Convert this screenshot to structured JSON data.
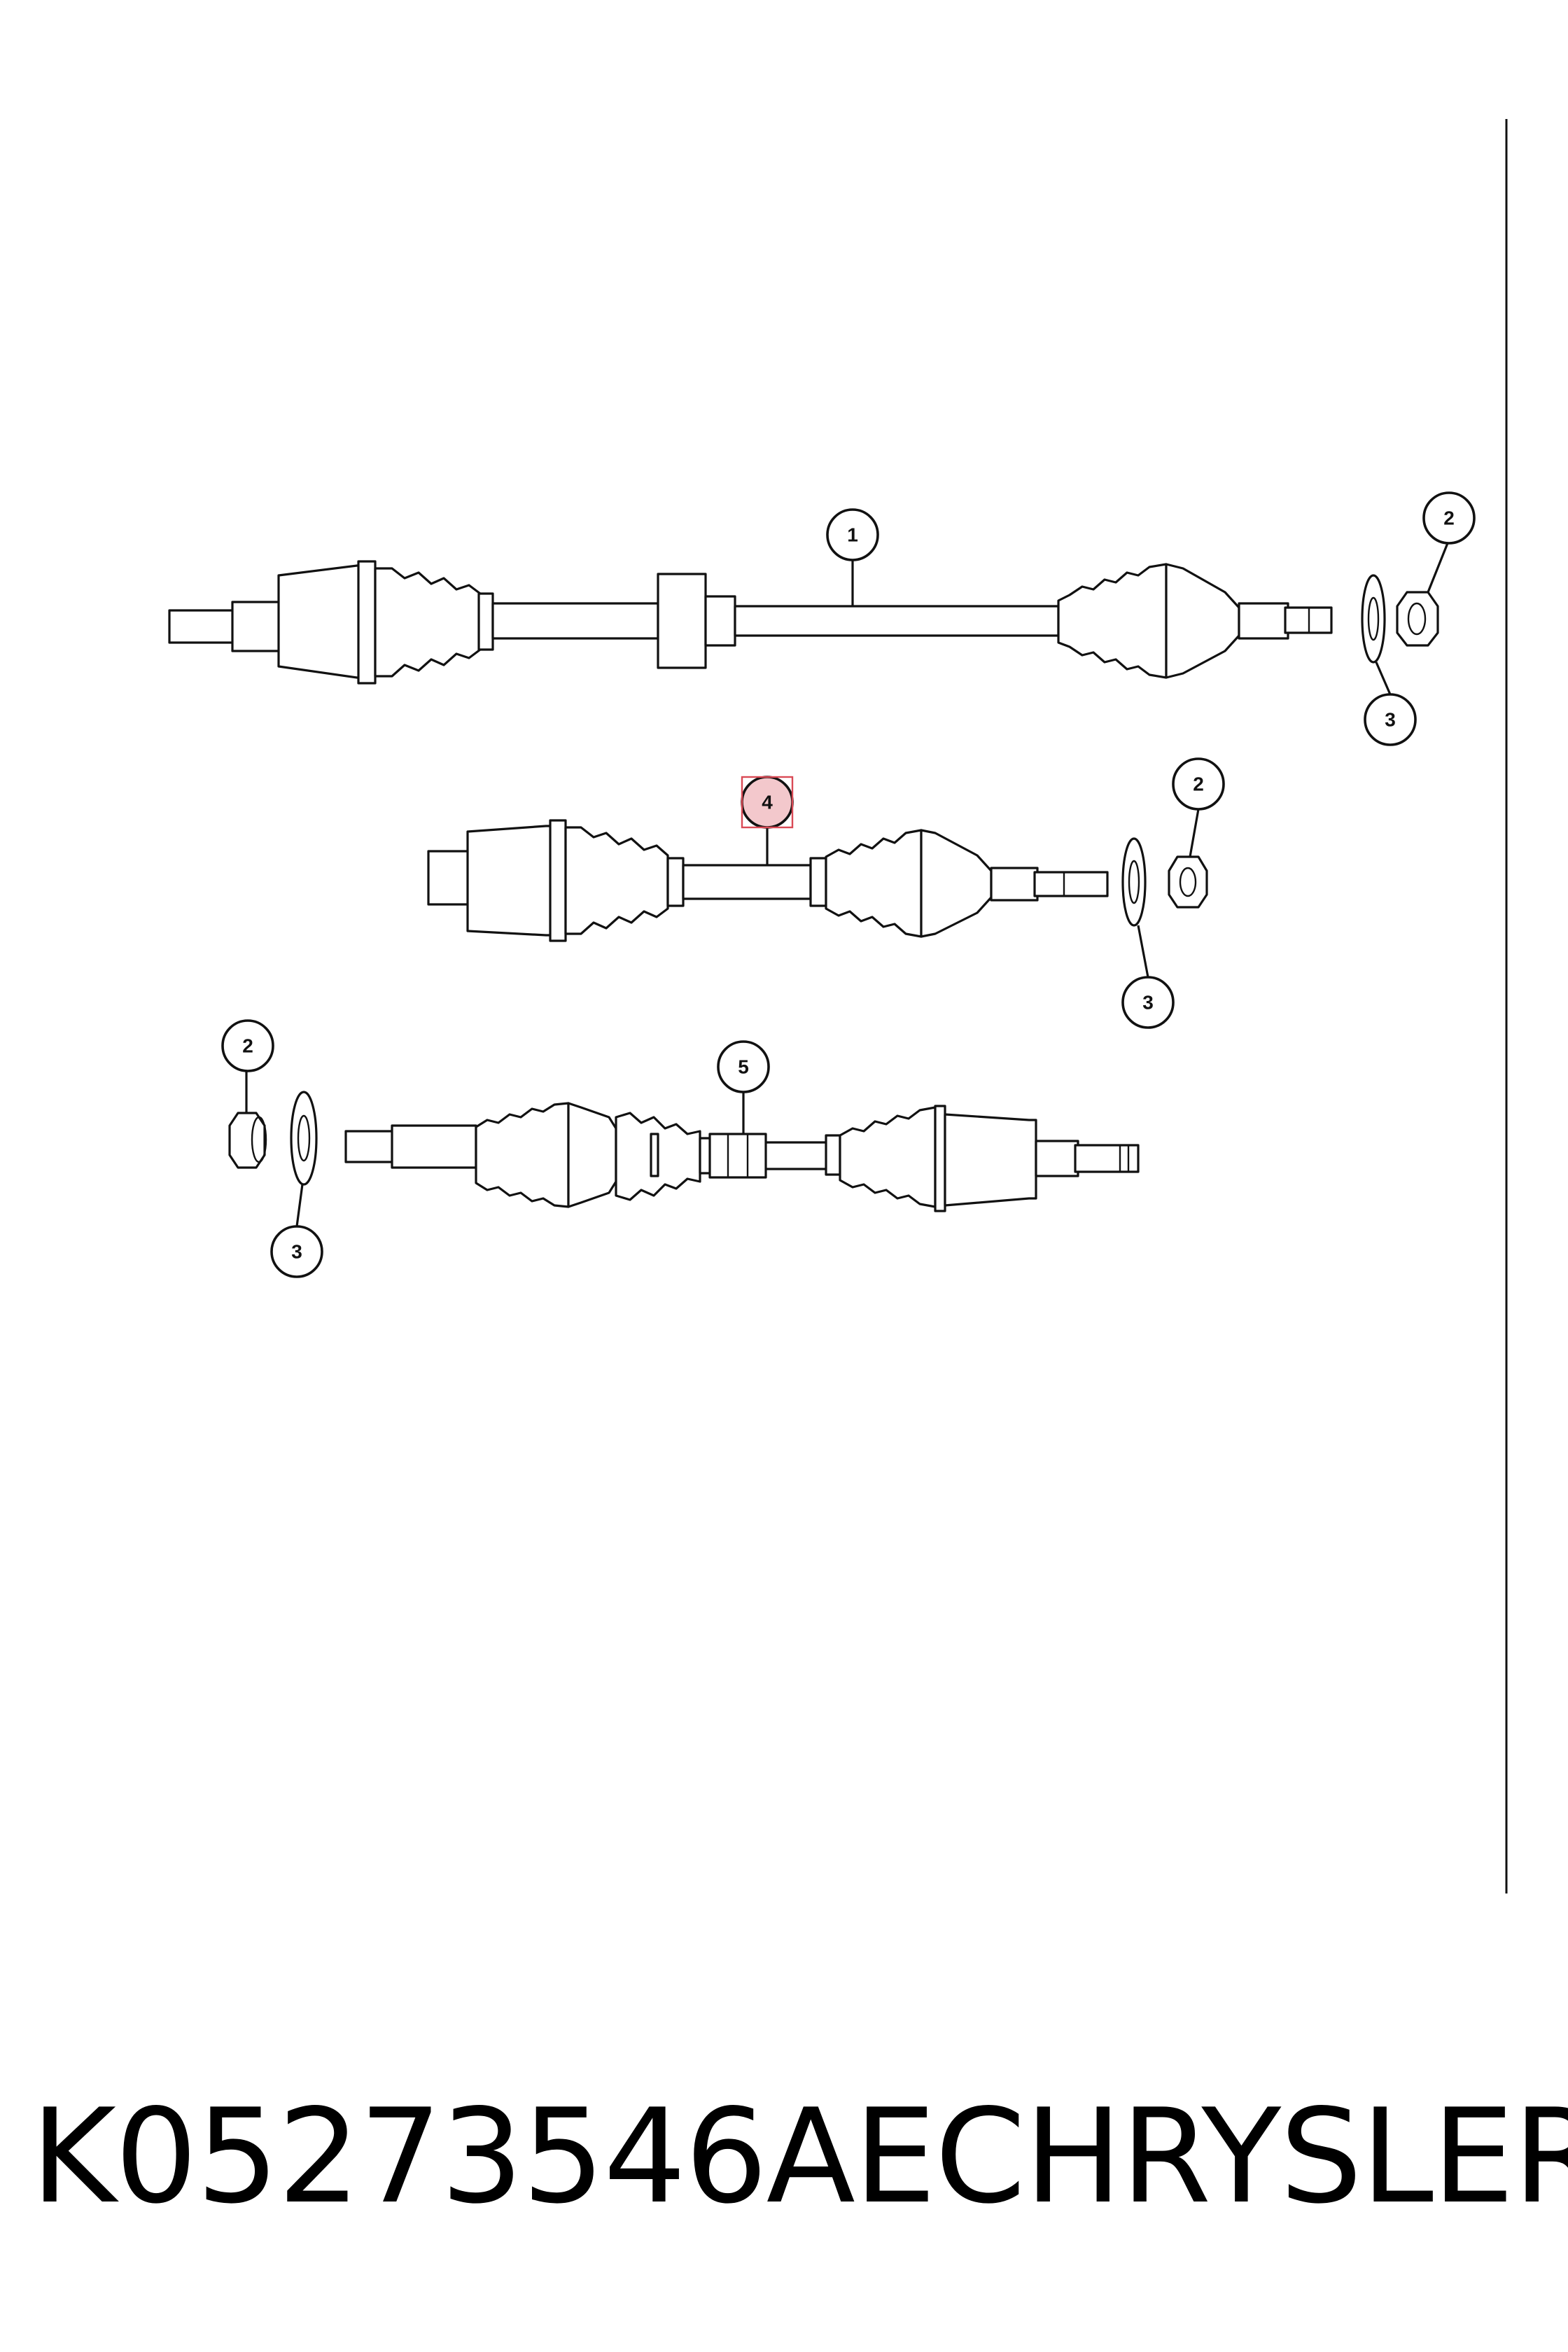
{
  "callouts": [
    {
      "id": "c1",
      "label": "1"
    },
    {
      "id": "c2a",
      "label": "2"
    },
    {
      "id": "c3a",
      "label": "3"
    },
    {
      "id": "c4",
      "label": "4",
      "highlighted": true
    },
    {
      "id": "c2b",
      "label": "2"
    },
    {
      "id": "c3b",
      "label": "3"
    },
    {
      "id": "c2c",
      "label": "2"
    },
    {
      "id": "c3c",
      "label": "3"
    },
    {
      "id": "c5",
      "label": "5"
    }
  ],
  "caption": {
    "part_number": "K05273546AE",
    "brand": "CHRYSLER"
  },
  "colors": {
    "highlight": "#d94a55",
    "highlight_fill": "#f3c8cc",
    "line": "#111111"
  }
}
